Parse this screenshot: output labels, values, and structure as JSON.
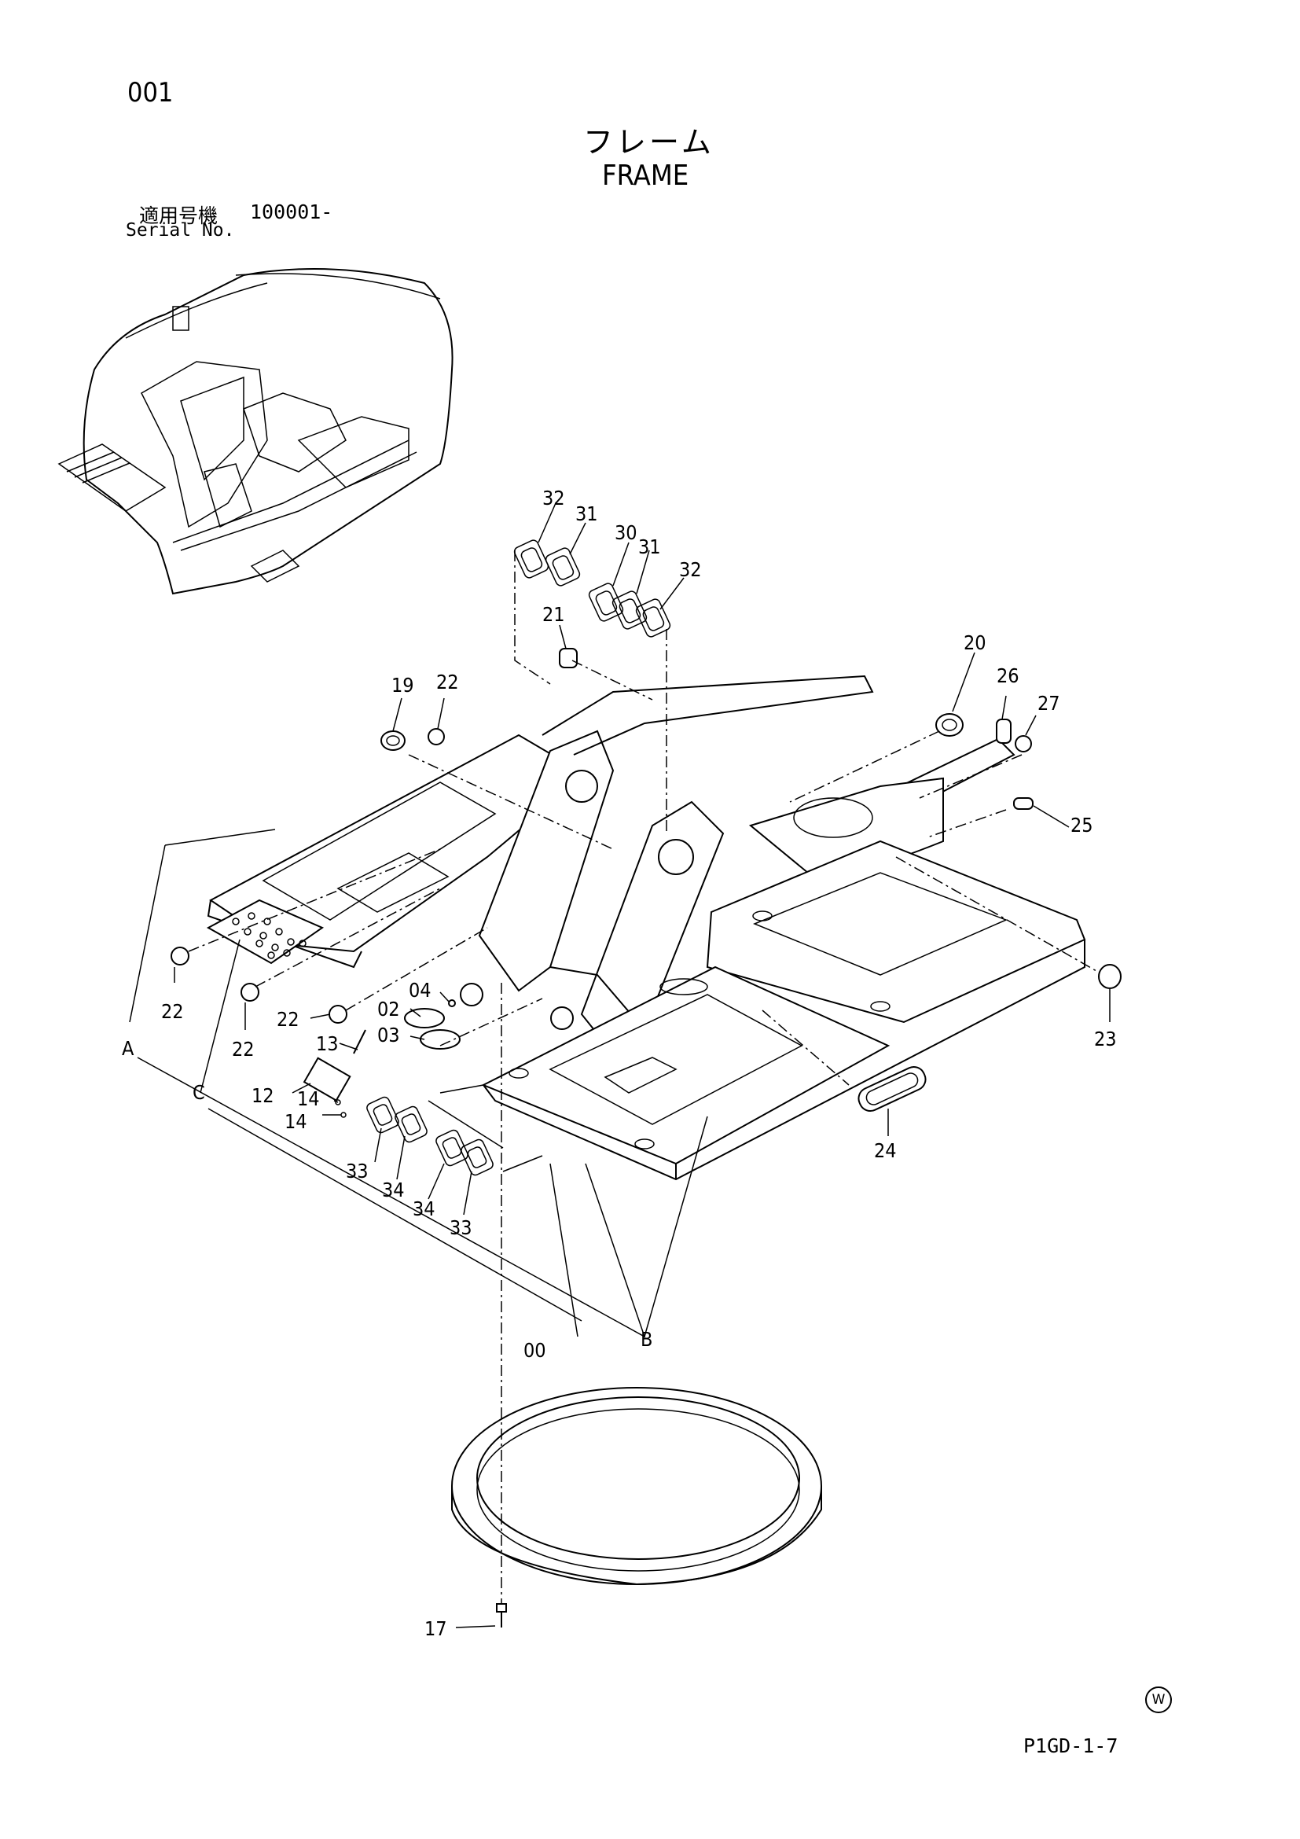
{
  "header": {
    "page_number": "001",
    "title_ja": "フレーム",
    "title_en": "FRAME",
    "serial_label_ja": "適用号機",
    "serial_value": "100001-",
    "serial_label_en": "Serial No."
  },
  "footer": {
    "mark": "W",
    "drawing_code": "P1GD-1-7"
  },
  "callouts": [
    {
      "id": "c32a",
      "label": "32"
    },
    {
      "id": "c31a",
      "label": "31"
    },
    {
      "id": "c30",
      "label": "30"
    },
    {
      "id": "c31b",
      "label": "31"
    },
    {
      "id": "c32b",
      "label": "32"
    },
    {
      "id": "c21",
      "label": "21"
    },
    {
      "id": "c20",
      "label": "20"
    },
    {
      "id": "c26",
      "label": "26"
    },
    {
      "id": "c27",
      "label": "27"
    },
    {
      "id": "c19",
      "label": "19"
    },
    {
      "id": "c22a",
      "label": "22"
    },
    {
      "id": "c25",
      "label": "25"
    },
    {
      "id": "c04",
      "label": "04"
    },
    {
      "id": "c02",
      "label": "02"
    },
    {
      "id": "c03",
      "label": "03"
    },
    {
      "id": "c22b",
      "label": "22"
    },
    {
      "id": "c22c",
      "label": "22"
    },
    {
      "id": "c22d",
      "label": "22"
    },
    {
      "id": "c13",
      "label": "13"
    },
    {
      "id": "c12",
      "label": "12"
    },
    {
      "id": "c14a",
      "label": "14"
    },
    {
      "id": "c14b",
      "label": "14"
    },
    {
      "id": "cA",
      "label": "A"
    },
    {
      "id": "cC",
      "label": "C"
    },
    {
      "id": "c33a",
      "label": "33"
    },
    {
      "id": "c34a",
      "label": "34"
    },
    {
      "id": "c34b",
      "label": "34"
    },
    {
      "id": "c33b",
      "label": "33"
    },
    {
      "id": "c23",
      "label": "23"
    },
    {
      "id": "c24",
      "label": "24"
    },
    {
      "id": "c00",
      "label": "00"
    },
    {
      "id": "cB",
      "label": "B"
    },
    {
      "id": "c17",
      "label": "17"
    }
  ]
}
